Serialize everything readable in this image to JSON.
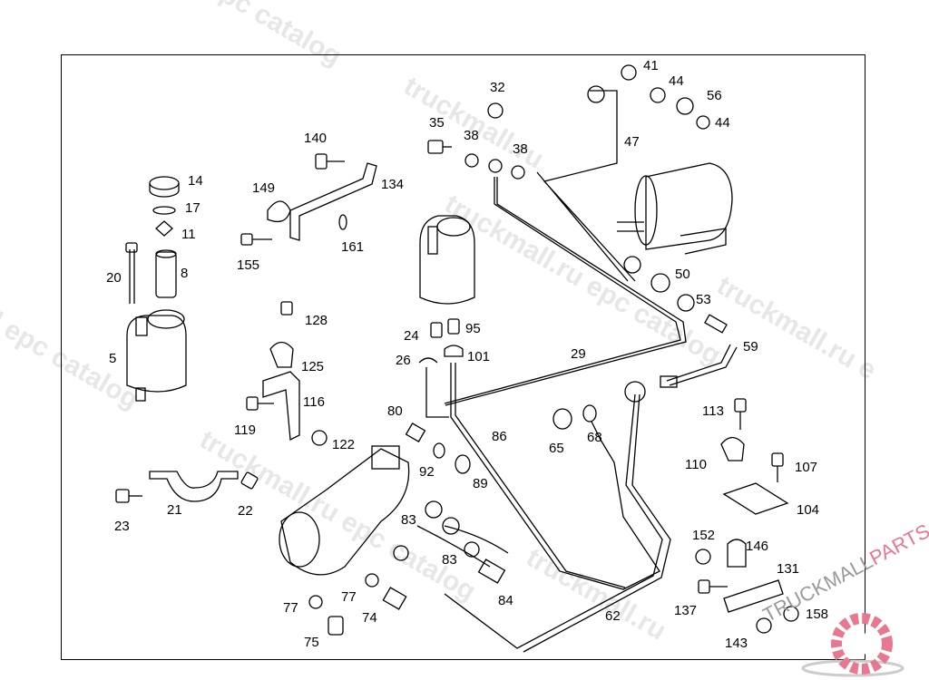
{
  "watermarks": [
    "epc catalog",
    "truckmall.ru",
    "truckmall.ru epc catalog",
    "l epc catalog",
    "truckmall.ru e",
    "truckmall.ru epc catalog",
    "truckmall.ru"
  ],
  "logo": {
    "text_main": "TRUCKMALL",
    "text_accent": "PARTS",
    "accent_color": "#e8788f"
  },
  "callouts": [
    "14",
    "17",
    "11",
    "20",
    "8",
    "5",
    "140",
    "134",
    "149",
    "155",
    "161",
    "35",
    "38",
    "32",
    "38",
    "41",
    "44",
    "56",
    "44",
    "47",
    "50",
    "53",
    "59",
    "128",
    "125",
    "116",
    "119",
    "122",
    "24",
    "95",
    "26",
    "101",
    "29",
    "80",
    "86",
    "65",
    "68",
    "92",
    "89",
    "113",
    "110",
    "107",
    "104",
    "23",
    "21",
    "22",
    "83",
    "83",
    "152",
    "146",
    "131",
    "77",
    "77",
    "74",
    "84",
    "62",
    "137",
    "158",
    "143",
    "75"
  ]
}
